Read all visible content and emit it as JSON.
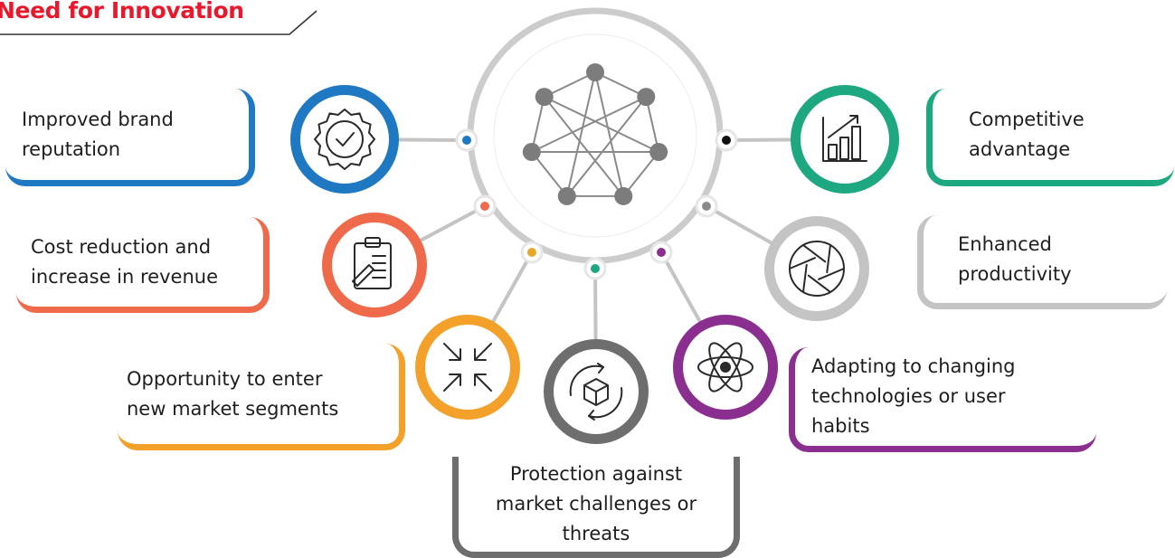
{
  "title": "Need for Innovation",
  "center_icon": "network-heptagon-icon",
  "colors": {
    "title": "#e8192c",
    "ring": "#cccccc",
    "connector": "#c4c4c4"
  },
  "benefits": [
    {
      "id": "brand",
      "label": "Improved brand reputation",
      "lines": [
        "Improved brand",
        "reputation"
      ],
      "color": "#1f78c2",
      "dot": "#1f78c2",
      "icon": "badge-check-icon"
    },
    {
      "id": "cost",
      "label": "Cost reduction and increase in revenue",
      "lines": [
        "Cost reduction and",
        "increase in revenue"
      ],
      "color": "#ef6a4b",
      "dot": "#ef6a4b",
      "icon": "clipboard-pen-icon"
    },
    {
      "id": "opportunity",
      "label": "Opportunity to enter new market segments",
      "lines": [
        "Opportunity to enter",
        "new market segments"
      ],
      "color": "#f3a12a",
      "dot": "#e8a726",
      "icon": "market-arrows-icon"
    },
    {
      "id": "protection",
      "label": "Protection against market challenges or threats",
      "lines": [
        "Protection against",
        "market challenges or",
        "threats"
      ],
      "color": "#6e6e6e",
      "dot": "#1ea882",
      "icon": "box-cycle-icon"
    },
    {
      "id": "adapting",
      "label": "Adapting to changing technologies or user habits",
      "lines": [
        "Adapting to changing",
        "technologies or user",
        "habits"
      ],
      "color": "#8a2e8f",
      "dot": "#8a2e8f",
      "icon": "atom-icon"
    },
    {
      "id": "productivity",
      "label": "Enhanced productivity",
      "lines": [
        "Enhanced",
        "productivity"
      ],
      "color": "#c4c4c4",
      "dot": "#8a8a8a",
      "icon": "aperture-icon"
    },
    {
      "id": "competitive",
      "label": "Competitive advantage",
      "lines": [
        "Competitive",
        "advantage"
      ],
      "color": "#1ea882",
      "dot": "#111111",
      "icon": "bar-chart-growth-icon"
    }
  ]
}
